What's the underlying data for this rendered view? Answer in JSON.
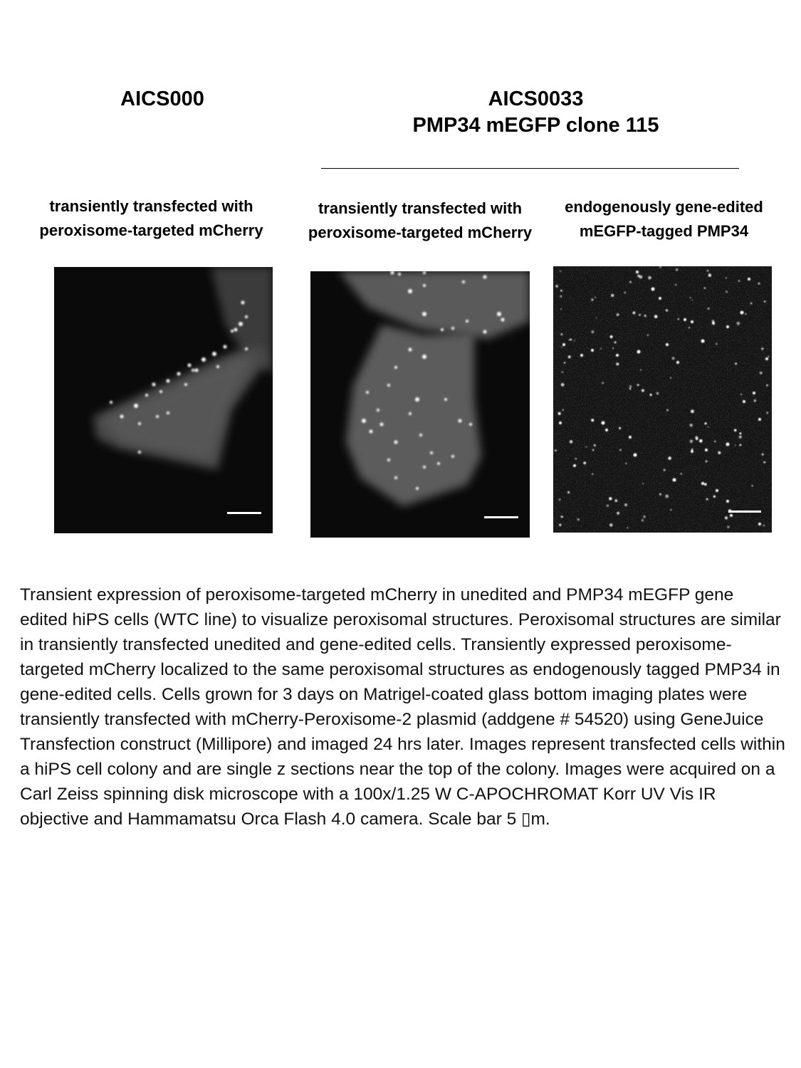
{
  "headings": {
    "left": "AICS000",
    "right_line1": "AICS0033",
    "right_line2": "PMP34 mEGFP clone 115"
  },
  "panel_captions": [
    {
      "line1": "transiently transfected with",
      "line2": "peroxisome-targeted mCherry"
    },
    {
      "line1": "transiently transfected with",
      "line2": "peroxisome-targeted mCherry"
    },
    {
      "line1": "endogenously gene-edited",
      "line2": "mEGFP-tagged PMP34"
    }
  ],
  "images": [
    {
      "description": "grayscale fluorescence micrograph, cell with bright peroxisome puncta",
      "scale_bar": "5 µm"
    },
    {
      "description": "grayscale fluorescence micrograph, cell with bright peroxisome puncta",
      "scale_bar": "5 µm"
    },
    {
      "description": "grayscale noisy fluorescence micrograph, sparse bright puncta",
      "scale_bar": "5 µm"
    }
  ],
  "description": "Transient expression of peroxisome-targeted mCherry in unedited and PMP34 mEGFP gene edited hiPS cells (WTC line) to visualize peroxisomal structures. Peroxisomal structures are similar in transiently transfected unedited and gene-edited cells. Transiently expressed peroxisome-targeted mCherry localized to the same peroxisomal structures as endogenously tagged PMP34 in gene-edited cells. Cells grown for 3 days on Matrigel-coated glass bottom imaging plates were transiently transfected with mCherry-Peroxisome-2 plasmid (addgene # 54520) using GeneJuice Transfection construct (Millipore) and imaged 24 hrs later. Images represent transfected cells within a hiPS cell colony and are single z sections near the top of the colony. Images were acquired on a Carl Zeiss spinning disk microscope with a 100x/1.25 W C-APOCHROMAT Korr UV Vis IR objective and Hammamatsu Orca Flash 4.0 camera. Scale bar 5 ▯m."
}
